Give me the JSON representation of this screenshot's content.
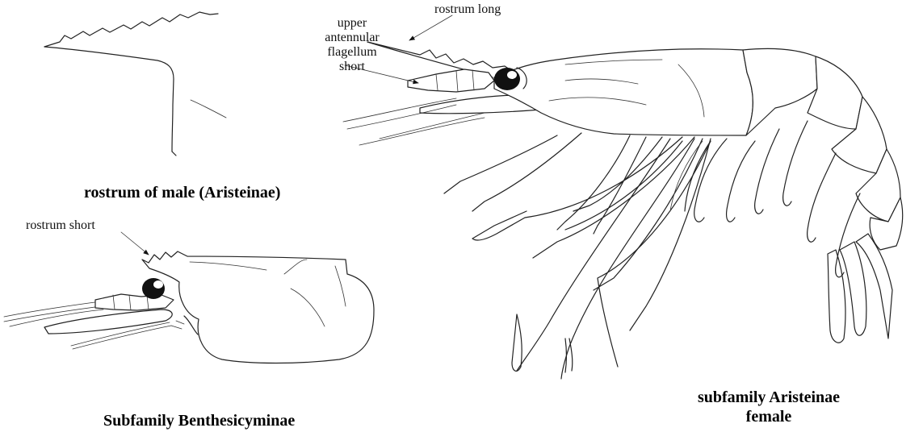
{
  "labels": {
    "rostrum_long": "rostrum long",
    "upper_flagellum": [
      "upper",
      "antennular",
      "flagellum",
      "short"
    ],
    "rostrum_short": "rostrum short"
  },
  "captions": {
    "male_rostrum": "rostrum of male (Aristeinae)",
    "benthesicyminae": "Subfamily Benthesicyminae",
    "aristeinae_female": [
      "subfamily Aristeinae",
      "female"
    ]
  }
}
